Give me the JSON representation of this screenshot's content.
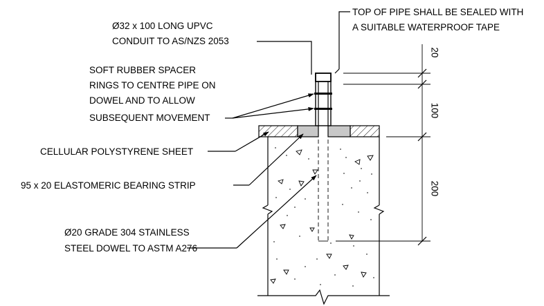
{
  "labels": {
    "top_seal": [
      "TOP OF PIPE SHALL BE SEALED WITH",
      "A SUITABLE WATERPROOF TAPE"
    ],
    "conduit": [
      "Ø32 x 100 LONG UPVC",
      "CONDUIT TO AS/NZS 2053"
    ],
    "spacer": [
      "SOFT RUBBER SPACER",
      "RINGS TO CENTRE PIPE ON",
      "DOWEL AND TO ALLOW",
      "SUBSEQUENT MOVEMENT"
    ],
    "polystyrene": [
      "CELLULAR POLYSTYRENE SHEET"
    ],
    "bearing": [
      "95 x 20 ELASTOMERIC BEARING STRIP"
    ],
    "dowel": [
      "Ø20 GRADE 304 STAINLESS",
      "STEEL DOWEL TO ASTM A276"
    ]
  },
  "dimensions": {
    "top": "20",
    "middle": "100",
    "bottom": "200"
  },
  "colors": {
    "line": "#000000",
    "bearing_fill": "#c8c8c8",
    "background": "#ffffff"
  }
}
